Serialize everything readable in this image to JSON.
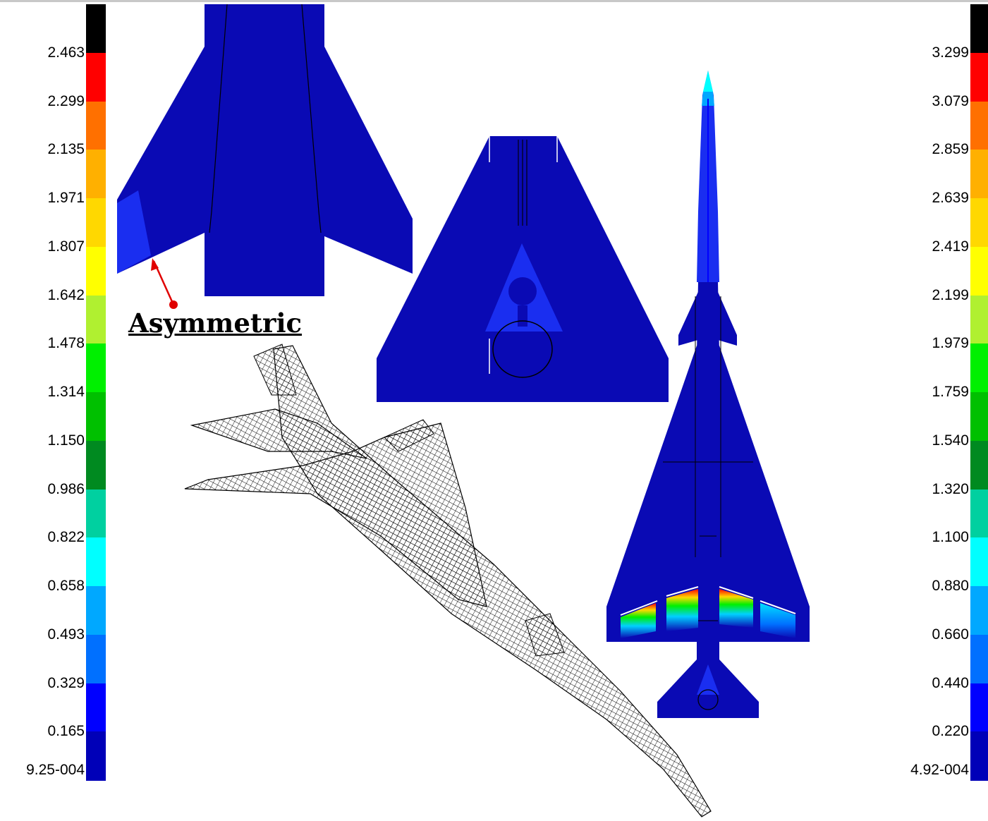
{
  "left_colorbar": {
    "labels": [
      "2.463",
      "2.299",
      "2.135",
      "1.971",
      "1.807",
      "1.642",
      "1.478",
      "1.314",
      "1.150",
      "0.986",
      "0.822",
      "0.658",
      "0.493",
      "0.329",
      "0.165",
      "9.25-004"
    ]
  },
  "right_colorbar": {
    "labels": [
      "3.299",
      "3.079",
      "2.859",
      "2.639",
      "2.419",
      "2.199",
      "1.979",
      "1.759",
      "1.540",
      "1.320",
      "1.100",
      "0.880",
      "0.660",
      "0.440",
      "0.220",
      "4.92-004"
    ]
  },
  "colormap": [
    "#000000",
    "#ff0000",
    "#ff7000",
    "#ffb000",
    "#ffd800",
    "#ffff00",
    "#b0f030",
    "#00f000",
    "#00c000",
    "#008a20",
    "#00d0a0",
    "#00ffff",
    "#00a8ff",
    "#0070ff",
    "#0000ff",
    "#0000b8"
  ],
  "annotation": {
    "label": "Asymmetric",
    "color": "#e00000"
  },
  "model_colors": {
    "body": "#0a0ab4",
    "light": "#1a2ef0",
    "mesh": "#000000"
  }
}
